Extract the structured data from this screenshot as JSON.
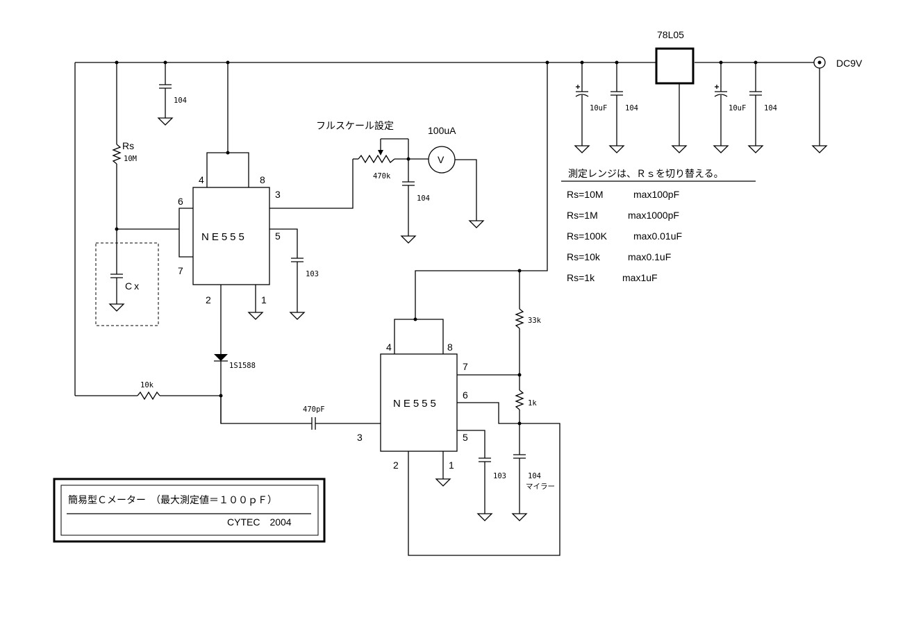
{
  "regulator": {
    "label": "78L05"
  },
  "power": {
    "label": "DC9V"
  },
  "meter": {
    "label": "100uA",
    "symbol": "V"
  },
  "full_scale": {
    "label": "フルスケール設定",
    "pot_value": "470k",
    "cap_value": "104"
  },
  "ic1": {
    "name": "NE555",
    "pins": {
      "p4": "4",
      "p8": "8",
      "p3": "3",
      "p6": "6",
      "p5": "5",
      "p7": "7",
      "p2": "2",
      "p1": "1"
    }
  },
  "ic2": {
    "name": "NE555",
    "pins": {
      "p4": "4",
      "p8": "8",
      "p7": "7",
      "p6": "6",
      "p3": "3",
      "p5": "5",
      "p2": "2",
      "p1": "1"
    }
  },
  "components": {
    "c_top_left": "104",
    "rs_name": "Rs",
    "rs_value": "10M",
    "cx_label": "Cx",
    "c_pin5_ic1": "103",
    "diode": "1S1588",
    "r_10k": "10k",
    "c_470pf": "470pF",
    "r_33k": "33k",
    "r_1k": "1k",
    "c_pin5_ic2": "103",
    "c_timing_value": "104",
    "c_timing_type": "マイラー",
    "c_reg_in_elec": "10uF",
    "c_reg_in": "104",
    "c_reg_out_elec": "10uF",
    "c_reg_out": "104"
  },
  "range_table": {
    "heading": "測定レンジは、Ｒｓを切り替える。",
    "rows": [
      {
        "rs": "Rs=10M",
        "max": "max100pF"
      },
      {
        "rs": "Rs=1M",
        "max": "max1000pF"
      },
      {
        "rs": "Rs=100K",
        "max": "max0.01uF"
      },
      {
        "rs": "Rs=10k",
        "max": "max0.1uF"
      },
      {
        "rs": "Rs=1k",
        "max": "max1uF"
      }
    ]
  },
  "title_block": {
    "title": "簡易型Ｃメーター　（最大測定値＝１００ｐＦ）",
    "author": "CYTEC　2004"
  }
}
